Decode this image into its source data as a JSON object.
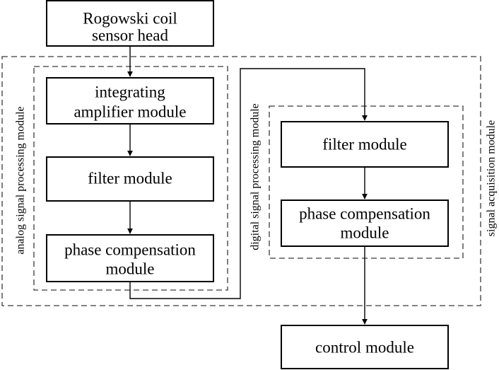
{
  "nodes": {
    "sensor_head": {
      "line1": "Rogowski coil",
      "line2": "sensor head"
    },
    "integrating_amplifier": {
      "line1": "integrating",
      "line2": "amplifier module"
    },
    "analog_filter": {
      "line1": "filter module"
    },
    "analog_phase_compensation": {
      "line1": "phase compensation",
      "line2": "module"
    },
    "digital_filter": {
      "line1": "filter module"
    },
    "digital_phase_compensation": {
      "line1": "phase compensation",
      "line2": "module"
    },
    "control": {
      "line1": "control module"
    }
  },
  "groups": {
    "analog": "analog signal processing module",
    "digital": "digital signal processing module",
    "acquisition": "signal acquisition module"
  },
  "edges": [
    {
      "from": "sensor_head",
      "to": "integrating_amplifier"
    },
    {
      "from": "integrating_amplifier",
      "to": "analog_filter"
    },
    {
      "from": "analog_filter",
      "to": "analog_phase_compensation"
    },
    {
      "from": "analog_phase_compensation",
      "to": "digital_filter"
    },
    {
      "from": "digital_filter",
      "to": "digital_phase_compensation"
    },
    {
      "from": "digital_phase_compensation",
      "to": "control"
    }
  ]
}
